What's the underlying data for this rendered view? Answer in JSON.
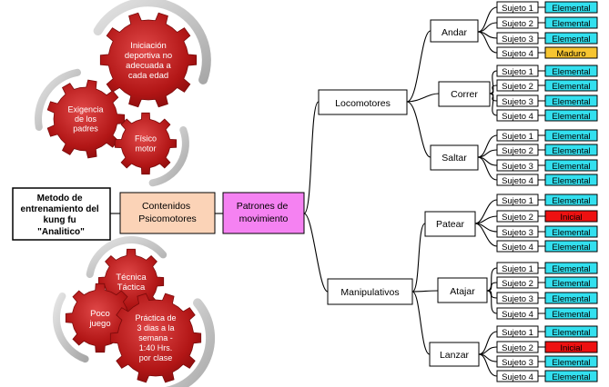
{
  "method": [
    "Metodo de",
    "entrenamiento del",
    "kung fu",
    "\"Analitico\""
  ],
  "contenidos": [
    "Contenidos",
    "Psicomotores"
  ],
  "patrones": [
    "Patrones de",
    "movimiento"
  ],
  "locomotores": "Locomotores",
  "manipulativos": "Manipulativos",
  "gears_top": [
    {
      "lines": [
        "Iniciación",
        "deportiva no",
        "adecuada a",
        "cada edad"
      ]
    },
    {
      "lines": [
        "Exigencia",
        "de los",
        "padres"
      ]
    },
    {
      "lines": [
        "Físico",
        "motor"
      ]
    }
  ],
  "gears_bottom": [
    {
      "lines": [
        "Técnica",
        "Táctica"
      ]
    },
    {
      "lines": [
        "Poco",
        "juego"
      ]
    },
    {
      "lines": [
        "Práctica de",
        "3 dias a la",
        "semana -",
        "1:40 Hrs.",
        "por clase"
      ]
    }
  ],
  "skills": [
    {
      "name": "Andar",
      "subjects": [
        {
          "label": "Sujeto 1",
          "level": "Elemental"
        },
        {
          "label": "Sujeto 2",
          "level": "Elemental"
        },
        {
          "label": "Sujeto 3",
          "level": "Elemental"
        },
        {
          "label": "Sujeto 4",
          "level": "Maduro"
        }
      ]
    },
    {
      "name": "Correr",
      "subjects": [
        {
          "label": "Sujeto 1",
          "level": "Elemental"
        },
        {
          "label": "Sujeto 2",
          "level": "Elemental"
        },
        {
          "label": "Sujeto 3",
          "level": "Elemental"
        },
        {
          "label": "Sujeto 4",
          "level": "Elemental"
        }
      ]
    },
    {
      "name": "Saltar",
      "subjects": [
        {
          "label": "Sujeto 1",
          "level": "Elemental"
        },
        {
          "label": "Sujeto 2",
          "level": "Elemental"
        },
        {
          "label": "Sujeto 3",
          "level": "Elemental"
        },
        {
          "label": "Sujeto 4",
          "level": "Elemental"
        }
      ]
    },
    {
      "name": "Patear",
      "subjects": [
        {
          "label": "Sujeto 1",
          "level": "Elemental"
        },
        {
          "label": "Sujeto 2",
          "level": "Inicial"
        },
        {
          "label": "Sujeto 3",
          "level": "Elemental"
        },
        {
          "label": "Sujeto 4",
          "level": "Elemental"
        }
      ]
    },
    {
      "name": "Atajar",
      "subjects": [
        {
          "label": "Sujeto 1",
          "level": "Elemental"
        },
        {
          "label": "Sujeto 2",
          "level": "Elemental"
        },
        {
          "label": "Sujeto 3",
          "level": "Elemental"
        },
        {
          "label": "Sujeto 4",
          "level": "Elemental"
        }
      ]
    },
    {
      "name": "Lanzar",
      "subjects": [
        {
          "label": "Sujeto 1",
          "level": "Elemental"
        },
        {
          "label": "Sujeto 2",
          "level": "Inicial"
        },
        {
          "label": "Sujeto 3",
          "level": "Elemental"
        },
        {
          "label": "Sujeto 4",
          "level": "Elemental"
        }
      ]
    }
  ],
  "level_colors": {
    "Elemental": "#33e0ef",
    "Maduro": "#f7c531",
    "Inicial": "#ee1111"
  },
  "colors": {
    "contenidos_fill": "#fbd3b7",
    "patrones_fill": "#f582f2",
    "gear_fill": "#bf1b1b",
    "arrow": "#bdbdbd"
  }
}
